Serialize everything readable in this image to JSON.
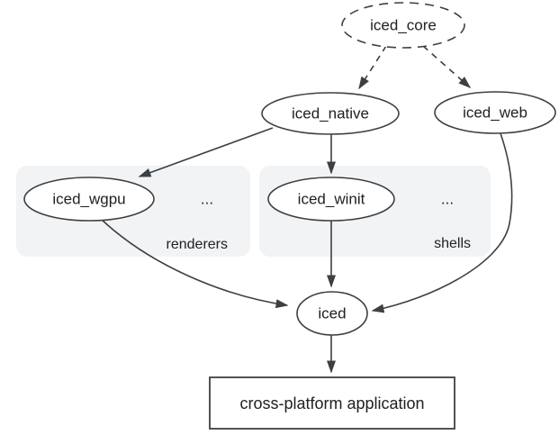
{
  "diagram": {
    "background": "#ffffff",
    "colors": {
      "stroke": "#3c4043",
      "text": "#202124",
      "accent_blue": "#1a73e8",
      "group_fill": "#f2f3f5",
      "node_fill": "#ffffff"
    },
    "nodes": {
      "iced_core": {
        "label": "iced_core",
        "shape": "ellipse",
        "border": "dashed"
      },
      "iced_native": {
        "label": "iced_native",
        "shape": "ellipse",
        "border": "solid"
      },
      "iced_web": {
        "label": "iced_web",
        "shape": "ellipse",
        "border": "solid"
      },
      "iced_wgpu": {
        "label": "iced_wgpu",
        "shape": "ellipse",
        "border": "solid",
        "group": "renderers"
      },
      "iced_winit": {
        "label": "iced_winit",
        "shape": "ellipse",
        "border": "solid",
        "group": "shells"
      },
      "iced": {
        "label": "iced",
        "shape": "ellipse",
        "border": "solid"
      },
      "app": {
        "label": "cross-platform application",
        "shape": "rect",
        "border": "solid"
      }
    },
    "groups": {
      "renderers": {
        "label": "renderers",
        "ellipsis": "..."
      },
      "shells": {
        "label": "shells",
        "ellipsis": "..."
      }
    },
    "edges": [
      {
        "from": "iced_core",
        "to": "iced_native",
        "style": "dashed"
      },
      {
        "from": "iced_core",
        "to": "iced_web",
        "style": "dashed"
      },
      {
        "from": "iced_native",
        "to": "iced_wgpu",
        "style": "solid"
      },
      {
        "from": "iced_native",
        "to": "iced_winit",
        "style": "solid"
      },
      {
        "from": "iced_wgpu",
        "to": "iced",
        "style": "solid"
      },
      {
        "from": "iced_winit",
        "to": "iced",
        "style": "solid"
      },
      {
        "from": "iced_web",
        "to": "iced",
        "style": "solid"
      },
      {
        "from": "iced",
        "to": "app",
        "style": "solid"
      }
    ]
  }
}
